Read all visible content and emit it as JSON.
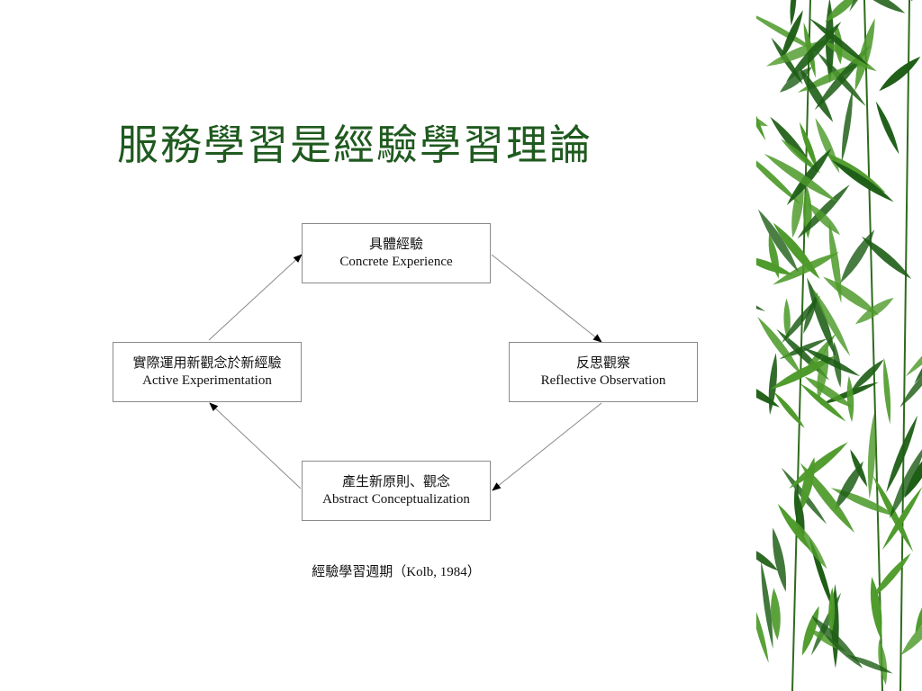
{
  "slide": {
    "title": "服務學習是經驗學習理論"
  },
  "diagram": {
    "nodes": {
      "top": {
        "zh": "具體經驗",
        "en": "Concrete Experience"
      },
      "right": {
        "zh": "反思觀察",
        "en": "Reflective Observation"
      },
      "bottom": {
        "zh": "產生新原則、觀念",
        "en": "Abstract Conceptualization"
      },
      "left": {
        "zh": "實際運用新觀念於新經驗",
        "en": "Active Experimentation"
      }
    },
    "cycle_order": [
      "top",
      "right",
      "bottom",
      "left"
    ],
    "caption": "經驗學習週期（Kolb, 1984）"
  },
  "colors": {
    "title": "#1f5a1f",
    "bamboo_dark": "#1e5e16",
    "bamboo_light": "#4d9a2a"
  },
  "decoration": {
    "right_edge": "bamboo-leaves-image"
  }
}
